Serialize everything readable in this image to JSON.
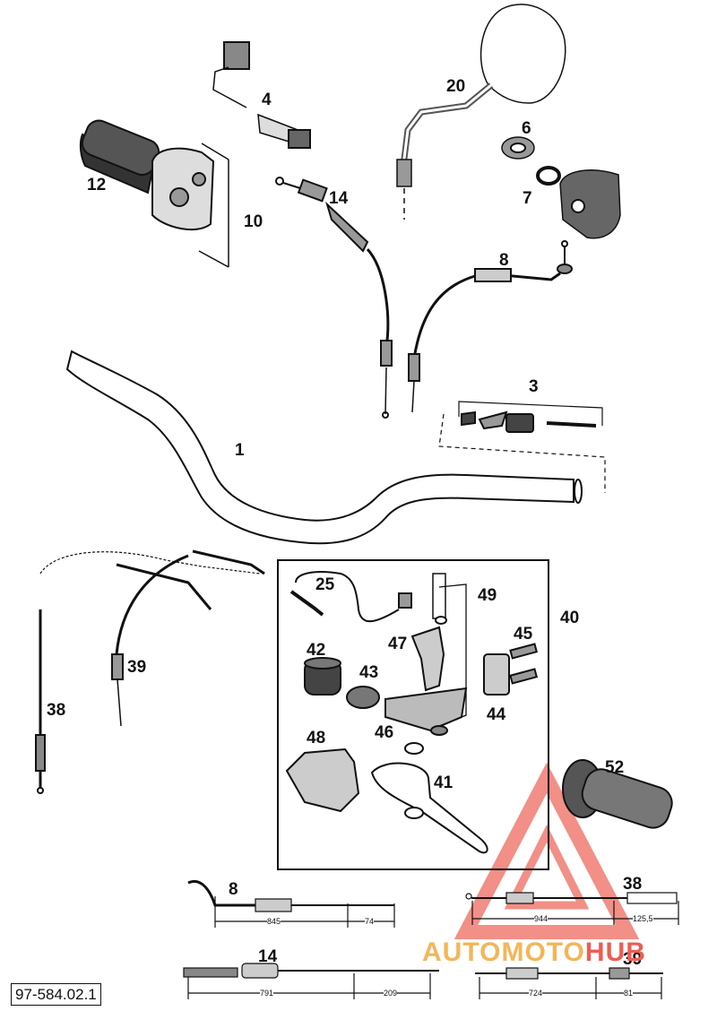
{
  "diagram_code": "97-584.02.1",
  "watermark": {
    "part1": "AUTOMOTO",
    "part2": "HUB",
    "color_warm": "#f2b65a",
    "color_red": "#ee5c53"
  },
  "labels": {
    "p1": "1",
    "p3": "3",
    "p4": "4",
    "p6": "6",
    "p7": "7",
    "p8": "8",
    "p10": "10",
    "p12": "12",
    "p14": "14",
    "p20": "20",
    "p25": "25",
    "p38": "38",
    "p39": "39",
    "p40": "40",
    "p41": "41",
    "p42": "42",
    "p43": "43",
    "p44": "44",
    "p45": "45",
    "p46": "46",
    "p47": "47",
    "p48": "48",
    "p49": "49",
    "p52": "52",
    "cable8": "8",
    "cable14": "14",
    "cable38": "38",
    "cable39": "39"
  },
  "dimensions": {
    "cable8": [
      "845",
      "74"
    ],
    "cable14": [
      "791",
      "209"
    ],
    "cable38": [
      "944",
      "125,5"
    ],
    "cable39": [
      "724",
      "81"
    ]
  }
}
